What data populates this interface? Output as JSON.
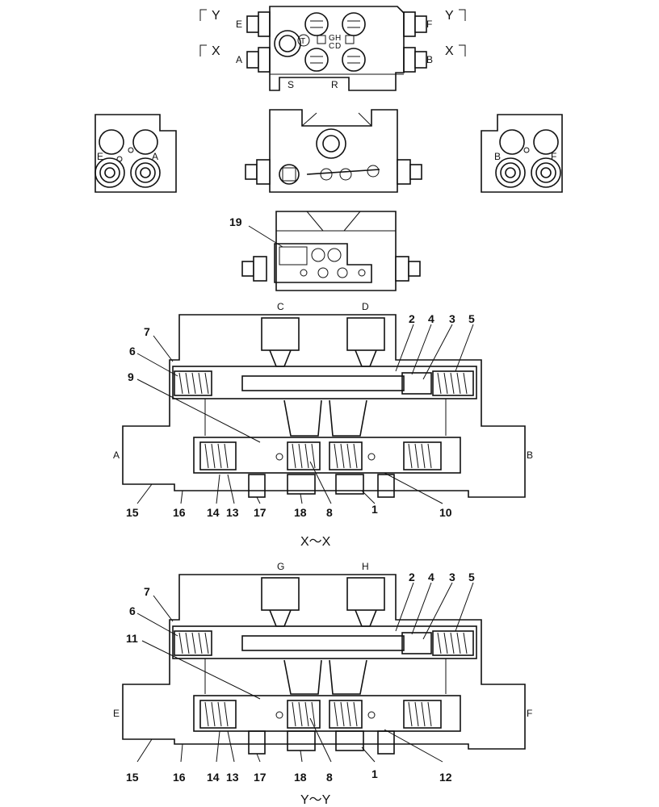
{
  "top_view": {
    "ports": {
      "e": "E",
      "f": "F",
      "a": "A",
      "b": "B",
      "s": "S",
      "r": "R",
      "t": "T",
      "g": "G",
      "h": "H",
      "c": "C",
      "d": "D"
    },
    "section_marks": {
      "y_left": "Y",
      "y_right": "Y",
      "x_left": "X",
      "x_right": "X"
    }
  },
  "side_views": {
    "left_ports": {
      "e": "E",
      "a": "A"
    },
    "right_ports": {
      "b": "B",
      "f": "F"
    }
  },
  "bottom_view": {
    "callout": "19"
  },
  "section_x": {
    "title": "X～X",
    "ports_top": {
      "left": "C",
      "right": "D"
    },
    "ports_side": {
      "left": "A",
      "right": "B"
    },
    "callouts": {
      "n7": "7",
      "n6": "6",
      "n9": "9",
      "n2": "2",
      "n4": "4",
      "n3": "3",
      "n5": "5",
      "n15": "15",
      "n16": "16",
      "n14": "14",
      "n13": "13",
      "n17": "17",
      "n18": "18",
      "n8": "8",
      "n1": "1",
      "n10": "10"
    }
  },
  "section_y": {
    "title": "Y～Y",
    "ports_top": {
      "left": "G",
      "right": "H"
    },
    "ports_side": {
      "left": "E",
      "right": "F"
    },
    "callouts": {
      "n7": "7",
      "n6": "6",
      "n11": "11",
      "n2": "2",
      "n4": "4",
      "n3": "3",
      "n5": "5",
      "n15": "15",
      "n16": "16",
      "n14": "14",
      "n13": "13",
      "n17": "17",
      "n18": "18",
      "n8": "8",
      "n1": "1",
      "n12": "12"
    }
  }
}
